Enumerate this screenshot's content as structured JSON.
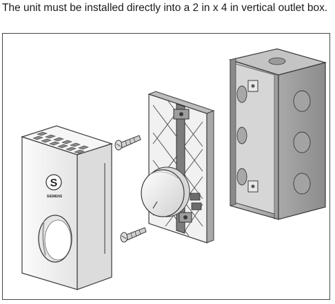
{
  "caption": "The unit must be installed directly into a 2 in x 4 in vertical outlet box.",
  "figure": {
    "logo_letter": "S",
    "logo_text": "SIEMENS",
    "colors": {
      "outline": "#3a3a3a",
      "light_fill": "#f3f3f3",
      "mid_fill": "#d9d9d9",
      "dark_fill": "#9a9a9a",
      "box_fill": "#b5b5b5"
    }
  }
}
